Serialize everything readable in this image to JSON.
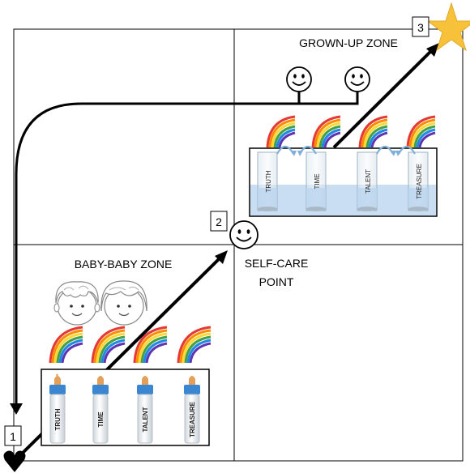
{
  "zones": {
    "grown_up": "GROWN-UP ZONE",
    "baby": "BABY-BABY ZONE"
  },
  "self_care": {
    "line1": "SELF-CARE",
    "line2": "POINT"
  },
  "markers": {
    "m1": "1",
    "m2": "2",
    "m3": "3"
  },
  "glasses": [
    "TRUTH",
    "TIME",
    "TALENT",
    "TREASURE"
  ],
  "bottles": [
    "TRUTH",
    "TIME",
    "TALENT",
    "TREASURE"
  ],
  "colors": {
    "arrow": "#000000",
    "star": "#f7c23a",
    "water": "#c9def3",
    "bottle_cap": "#3a86d1",
    "nipple": "#e3a05a",
    "swap_arrow": "#7fb0dc"
  }
}
